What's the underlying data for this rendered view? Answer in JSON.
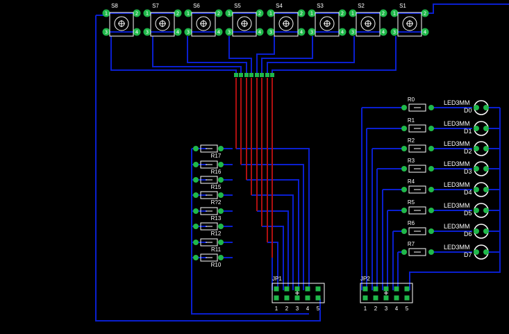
{
  "colors": {
    "background": "#000000",
    "trace_bottom": "#0a1fd0",
    "trace_top": "#b01010",
    "pad": "#1fb84a",
    "silk": "#ffffff"
  },
  "switches": {
    "labels": [
      "S8",
      "S7",
      "S6",
      "S5",
      "S4",
      "S3",
      "S2",
      "S1"
    ],
    "pin_labels": [
      "1",
      "2",
      "3",
      "4"
    ]
  },
  "resistors_left": {
    "labels": [
      "R17",
      "R16",
      "R15",
      "R?2",
      "R13",
      "R12",
      "R11",
      "R10"
    ]
  },
  "resistors_right": {
    "labels": [
      "R0",
      "R1",
      "R2",
      "R3",
      "R4",
      "R5",
      "R6",
      "R7"
    ]
  },
  "leds": {
    "part": "LED3MM",
    "labels": [
      "D0",
      "D1",
      "D2",
      "D3",
      "D4",
      "D5",
      "D6",
      "D7"
    ]
  },
  "headers": {
    "jp1": {
      "label": "JP1",
      "pins": [
        "1",
        "2",
        "3",
        "4",
        "5"
      ]
    },
    "jp2": {
      "label": "JP2",
      "pins": [
        "1",
        "2",
        "3",
        "4",
        "5"
      ]
    }
  }
}
